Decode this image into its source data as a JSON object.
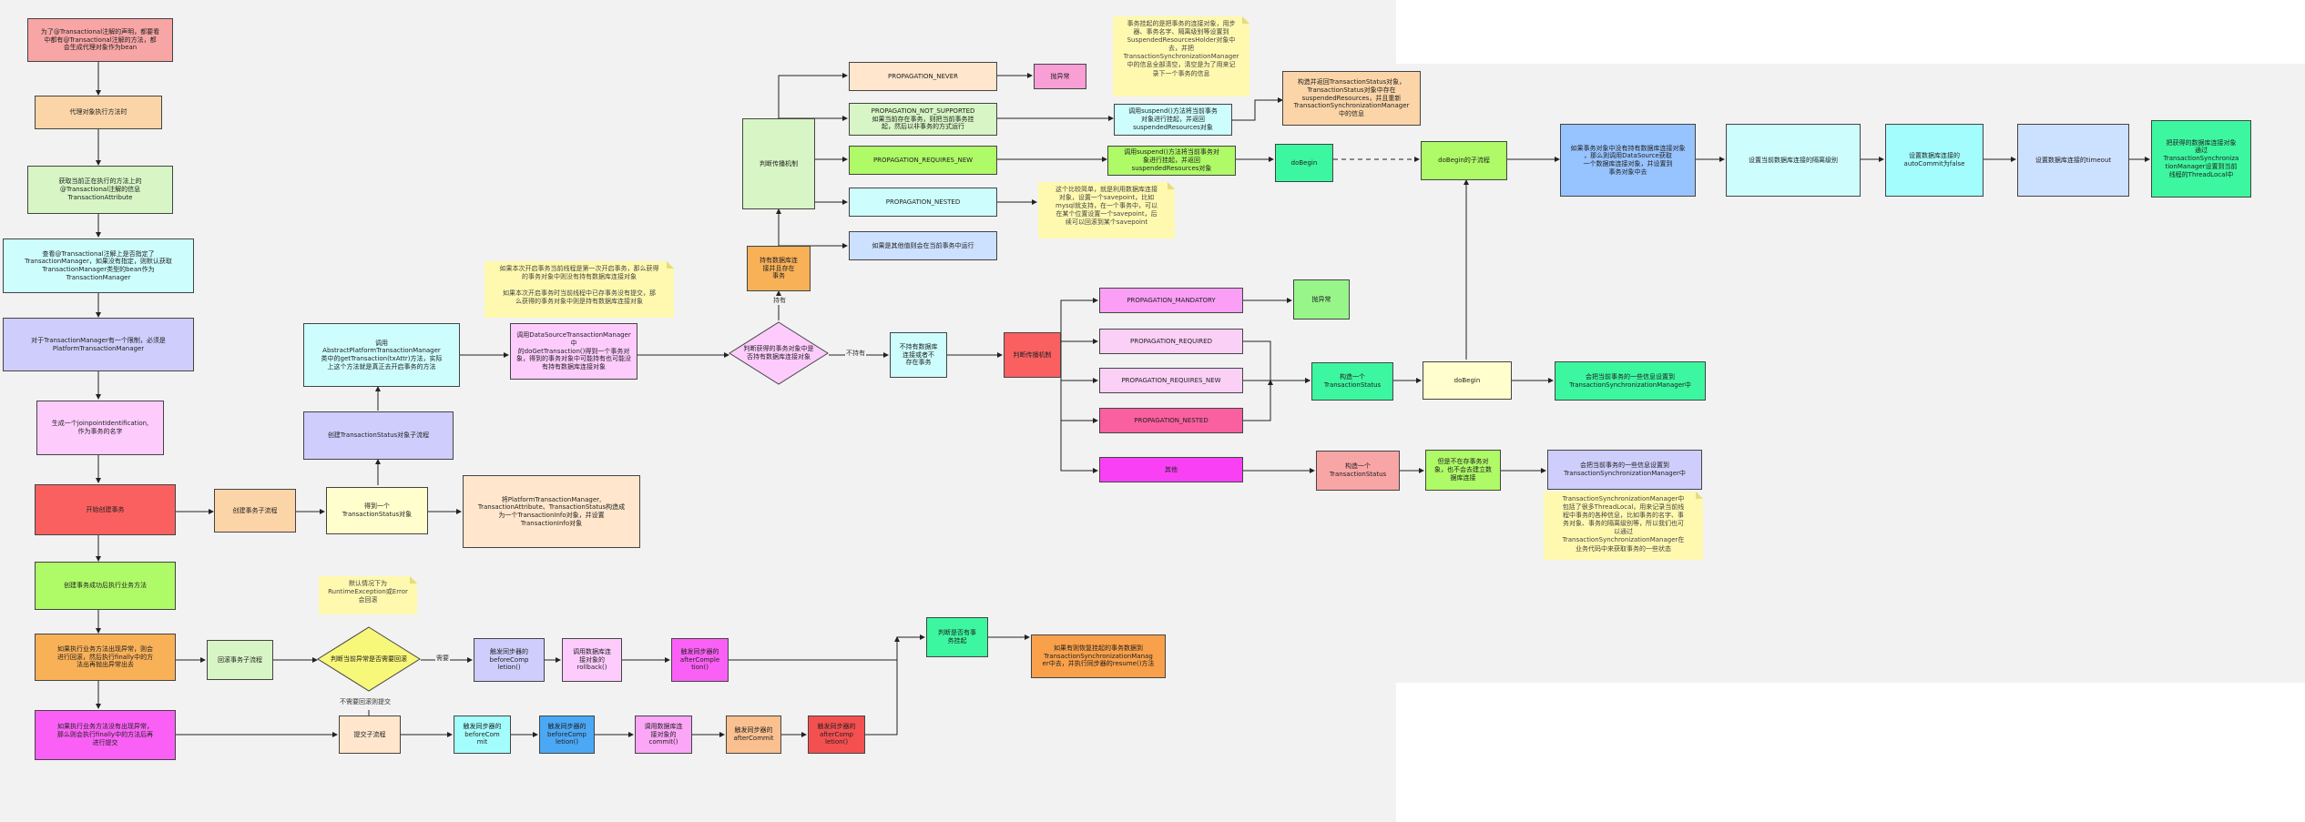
{
  "nodes": {
    "n_start_note": "为了@Transactional注解的声明，都要看\n中都有@Transactional注解的方法，都\n会生成代理对象作为bean",
    "n_proxy_exec": "代理对象执行方法时",
    "n_get_attr": "获取当前正在执行的方法上的\n@Transactional注解的信息\nTransactionAttribute",
    "n_check_tm": "查看@Transactional注解上是否指定了\nTransactionManager，如果没有指定，则默认获取\nTransactionManager类型的bean作为\nTransactionManager",
    "n_ptm_limit": "对于TransactionManager有一个限制，必须是\nPlatformTransactionManager",
    "n_joinpoint": "生成一个joinpointIdentification,\n作为事务的名字",
    "n_open_tx": "开始创建事务",
    "n_create_flow": "创建事务子流程",
    "n_get_status": "得到一个\nTransactionStatus对象",
    "n_wrap_info": "将PlatformTransactionManager,\nTransactionAttribute、TransactionStatus构造成\n为一个TransactionInfo对象，并设置\nTransactionInfo对象",
    "n_create_status_flow": "创建TransactionStatus对象子流程",
    "n_call_get_tx": "调用\nAbstractPlatformTransactionManager\n类中的getTransaction(txAttr)方法，实际\n上这个方法就是真正去开启事务的方法",
    "n_dotransaction": "调用DataSourceTransactionManager中\n的doGetTransaction()得到一个事务对\n象，得到的事务对象中可能持有也可能没\n有持有数据库连接对象",
    "n_exec_biz": "创建事务成功后执行业务方法",
    "n_biz_exception": "如果执行业务方法出现异常，则会\n进行回滚，然后执行finally中的方\n法出再抛出异常出去",
    "n_rollback_flow": "回滚事务子流程",
    "n_before_completion": "触发同步器的\nbeforeComp\nletion()",
    "n_call_rollback": "调用数据库连\n接对象的\nrollback()",
    "n_after_completion_rb": "触发同步器的\nafterComple\ntion()",
    "n_biz_ok": "如果执行业务方法没有出现异常，\n那么则会执行finally中的方法后再\n进行提交",
    "n_commit_flow": "提交子流程",
    "n_before_commit": "触发同步器的\nbeforeCom\nmit",
    "n_before_completion_c": "触发同步器的\nbeforeComp\nletion()",
    "n_call_commit": "调用数据库连\n接对象的\ncommit()",
    "n_after_commit": "触发同步器的\nafterCommit",
    "n_after_completion_c": "触发同步器的\nafterComp\nletion()",
    "n_check_suspended": "判断是否有事\n务挂起",
    "n_resume": "如果有则恢复挂起的事务数据到\nTransactionSynchronizationManag\ner中去，并执行同步器的resume()方法",
    "n_has_conn_tx": "持有数据库连\n接并且存在\n事务",
    "n_judge_prop_top": "判断传播机制",
    "n_never": "PROPAGATION_NEVER",
    "n_throw_1": "抛异常",
    "n_not_supported": "PROPAGATION_NOT_SUPPORTED\n如果当前存在事务，则把当前事务挂\n起，然后以非事务的方式运行",
    "n_requires_new_top": "PROPAGATION_REQUIRES_NEW",
    "n_nested_top": "PROPAGATION_NESTED",
    "n_other_top": "如果是其他值则会在当前事务中运行",
    "n_suspend_1": "调用suspend()方法将当前事务\n对象进行挂起，并返回\nsuspendedResources对象",
    "n_suspend_2": "调用suspend()方法将当前事务对\n象进行挂起，并返回\nsuspendedResources对象",
    "n_build_status": "构造并返回TransactionStatus对象，\nTransactionStatus对象中存在\nsuspendedResources，并且重新\nTransactionSynchronizationManager\n中的信息",
    "n_dobegin_1": "doBegin",
    "n_dobegin_sub": "doBegin的子流程",
    "n_if_no_conn": "如果事务对象中没有持有数据库连接对象\n，那么则调用DataSource获取\n一个数据库连接对象，并设置到\n事务对象中去",
    "n_set_isolation": "设置当前数据库连接的隔离级别",
    "n_set_autocommit": "设置数据库连接的\nautoCommit为false",
    "n_set_timeout": "设置数据库连接的timeout",
    "n_bind_conn": "把获得的数据库连接对象\n通过\nTransactionSynchroniza\ntionManager设置到当前\n线程的ThreadLocal中",
    "n_no_conn_tx": "不持有数据库\n连接或者不\n存在事务",
    "n_judge_prop_bottom": "判断传播机制",
    "n_mandatory": "PROPAGATION_MANDATORY",
    "n_throw_2": "抛异常",
    "n_required": "PROPAGATION_REQUIRED",
    "n_requires_new_bottom": "PROPAGATION_REQUIRES_NEW",
    "n_nested_bottom": "PROPAGATION_NESTED",
    "n_other_bottom": "其他",
    "n_build_status_2": "构造一个\nTransactionStatus",
    "n_dobegin_2": "doBegin",
    "n_sync_info_1": "会把当前事务的一些信息设置到\nTransactionSynchronizationManager中",
    "n_build_status_3": "构造一个\nTransactionStatus",
    "n_no_conn_note": "但是不在存事务对\n象，也不会去建立数\n据库连接",
    "n_sync_info_2": "会把当前事务的一些信息设置到\nTransactionSynchronizationManager中"
  },
  "diamonds": {
    "d_judge_tx": "判断获得的事务对象中是\n否持有数据库连接对象",
    "d_need_rollback": "判断当前异常是否需要回滚"
  },
  "notes": {
    "note_suspend": "事务挂起的是把事务的连接对象，用步\n器、事务名字、隔离级别等设置到\nSuspendedResourcesHolder对象中\n去，并把\nTransactionSynchronizationManager\n中的信息全部清空，清空是为了用来记\n录下一个事务的信息",
    "note_dotx": "如果本次开启事务当前线程是第一次开启事务，那么获得\n的事务对象中则没有持有数据库连接对象\n\n如果本次开启事务时当前线程中已存事务没有提交，那\n么获得的事务对象中则是持有数据库连接对象",
    "note_savepoint": "这个比较简单，就是利用数据库连接\n对象，设置一个savepoint，比如\nmysql就支持，在一个事务中，可以\n在某个位置设置一个savepoint，后\n续可以回滚到某个savepoint",
    "note_runtime": "默认情况下为\nRuntimeException或Error\n会回滚",
    "note_tsm": "TransactionSynchronizationManager中\n包括了很多ThreadLocal，用来记录当前线\n程中事务的各种信息，比如事务的名字、事\n务对象、事务的隔离级别等，所以我们也可\n以通过\nTransactionSynchronizationManager在\n业务代码中来获取事务的一些状态"
  },
  "edge_labels": {
    "need_rollback": "需要",
    "no_rollback": "不需要回滚则提交",
    "has": "持有",
    "not_has": "不持有"
  },
  "colors": {
    "salmon": "#f8a5a5",
    "peach": "#fbd5a8",
    "lightgreen": "#d7f5c5",
    "cyan": "#cdfdfd",
    "lavender": "#cfcdfb",
    "pink": "#fdccfd",
    "red": "#fa6060",
    "green": "#aefa67",
    "orange": "#f9b158",
    "magenta": "#fa60f5",
    "lightpurple": "#fbd0f7",
    "teal": "#3cf7a0",
    "yellowlight": "#fffecc",
    "blue": "#97c3ff",
    "lightblue": "#cce0ff"
  }
}
